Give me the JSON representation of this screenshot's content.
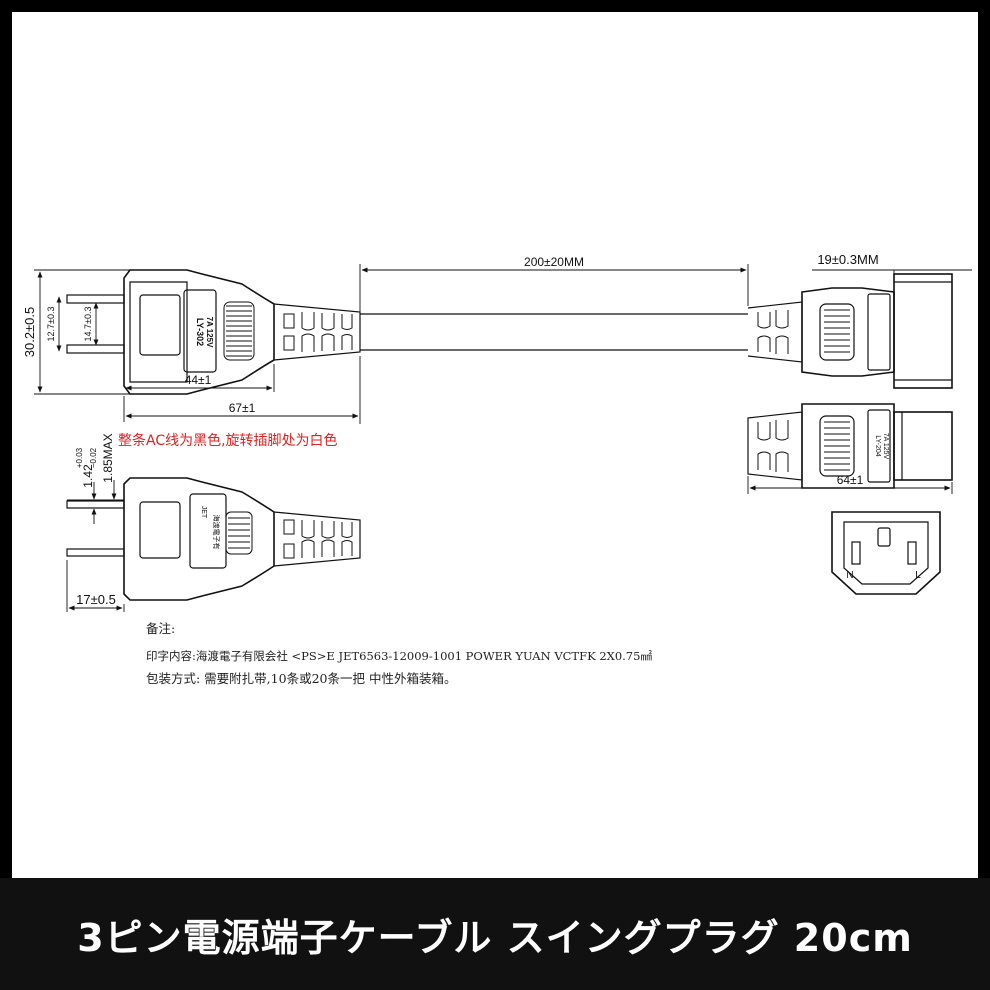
{
  "caption": "3ピン電源端子ケーブル スイングプラグ 20cm",
  "dims": {
    "cable_length": "200±20MM",
    "connector_width": "19±0.3MM",
    "plug_height": "30.2±0.5",
    "pin_spacing": "12.7±0.3",
    "pin_width": "14.7±0.3",
    "plug_body": "44±1",
    "plug_total": "67±1",
    "pin_thickness": "1.42",
    "pin_tol_upper": "+0.03",
    "pin_tol_lower": "−0.02",
    "pin_max": "1.85MAX",
    "pin_length": "17±0.5",
    "connector_length": "64±1"
  },
  "plug_marking": [
    "LY-302",
    "7A 125V"
  ],
  "plug_mark2": [
    "JET",
    "海渡電子有"
  ],
  "conn_marking": [
    "LY-204",
    "7A 125V"
  ],
  "socket_labels": {
    "neutral": "N",
    "line": "L"
  },
  "red_note": "整条AC线为黑色,旋转插脚处为白色",
  "notes": {
    "heading": "备注:",
    "line1": "印字内容:海渡電子有限会社 <PS>E JET6563-12009-1001  POWER YUAN VCTFK 2X0.75㎟",
    "line2": "包装方式: 需要附扎带,10条或20条一把  中性外箱装箱。"
  }
}
